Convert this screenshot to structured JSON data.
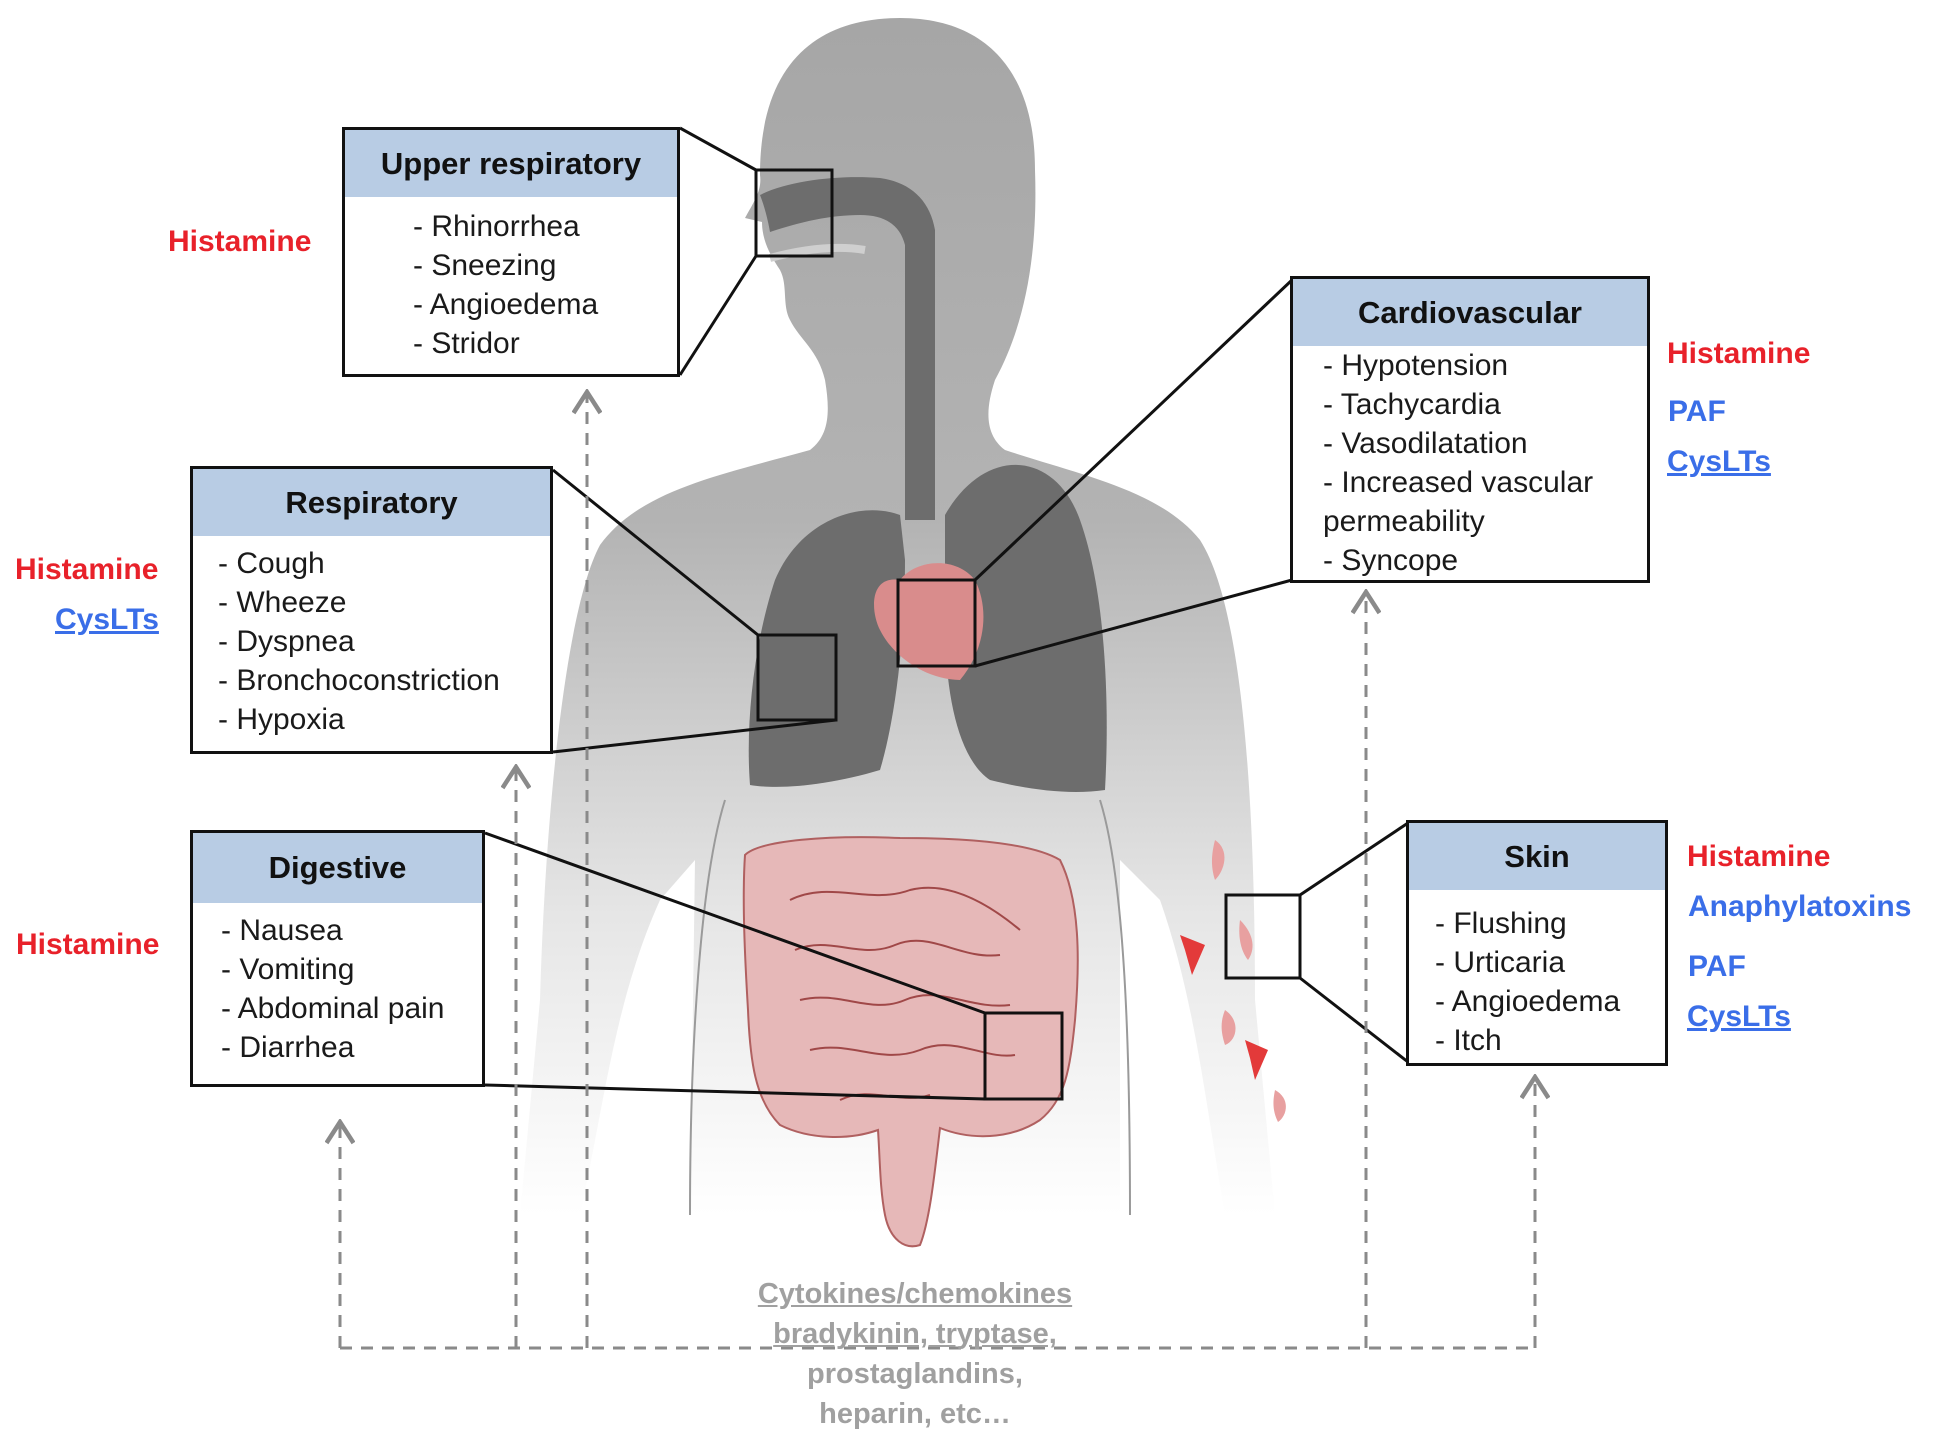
{
  "boxes": {
    "upper": {
      "title": "Upper respiratory",
      "items": [
        "- Rhinorrhea",
        "- Sneezing",
        "- Angioedema",
        "- Stridor"
      ]
    },
    "respiratory": {
      "title": "Respiratory",
      "items": [
        "- Cough",
        "- Wheeze",
        "- Dyspnea",
        "- Bronchoconstriction",
        "- Hypoxia"
      ]
    },
    "digestive": {
      "title": "Digestive",
      "items": [
        "- Nausea",
        "- Vomiting",
        "- Abdominal pain",
        "- Diarrhea"
      ]
    },
    "cardio": {
      "title": "Cardiovascular",
      "items": [
        "- Hypotension",
        "- Tachycardia",
        "- Vasodilatation",
        "- Increased vascular",
        "permeability",
        "- Syncope"
      ]
    },
    "skin": {
      "title": "Skin",
      "items": [
        "- Flushing",
        "- Urticaria",
        "- Angioedema",
        "- Itch"
      ]
    }
  },
  "mediators": {
    "upper": [
      "Histamine"
    ],
    "respiratory": [
      "Histamine",
      "CysLTs"
    ],
    "digestive": [
      "Histamine"
    ],
    "cardio": [
      "Histamine",
      "PAF",
      "CysLTs"
    ],
    "skin": [
      "Histamine",
      "Anaphylatoxins",
      "PAF",
      "CysLTs"
    ]
  },
  "bottom_text": [
    "Cytokines/chemokines",
    "bradykinin, tryptase,",
    "prostaglandins,",
    "heparin, etc…"
  ],
  "colors": {
    "histamine": "#e8212a",
    "other_mediators": "#3a6ee8",
    "box_header": "#b8cce4",
    "body_silhouette": "#a6a6a6",
    "airway_and_lungs": "#6d6d6d",
    "organs": "#d98c8c",
    "secondary_mediators": "#a0a0a0"
  }
}
